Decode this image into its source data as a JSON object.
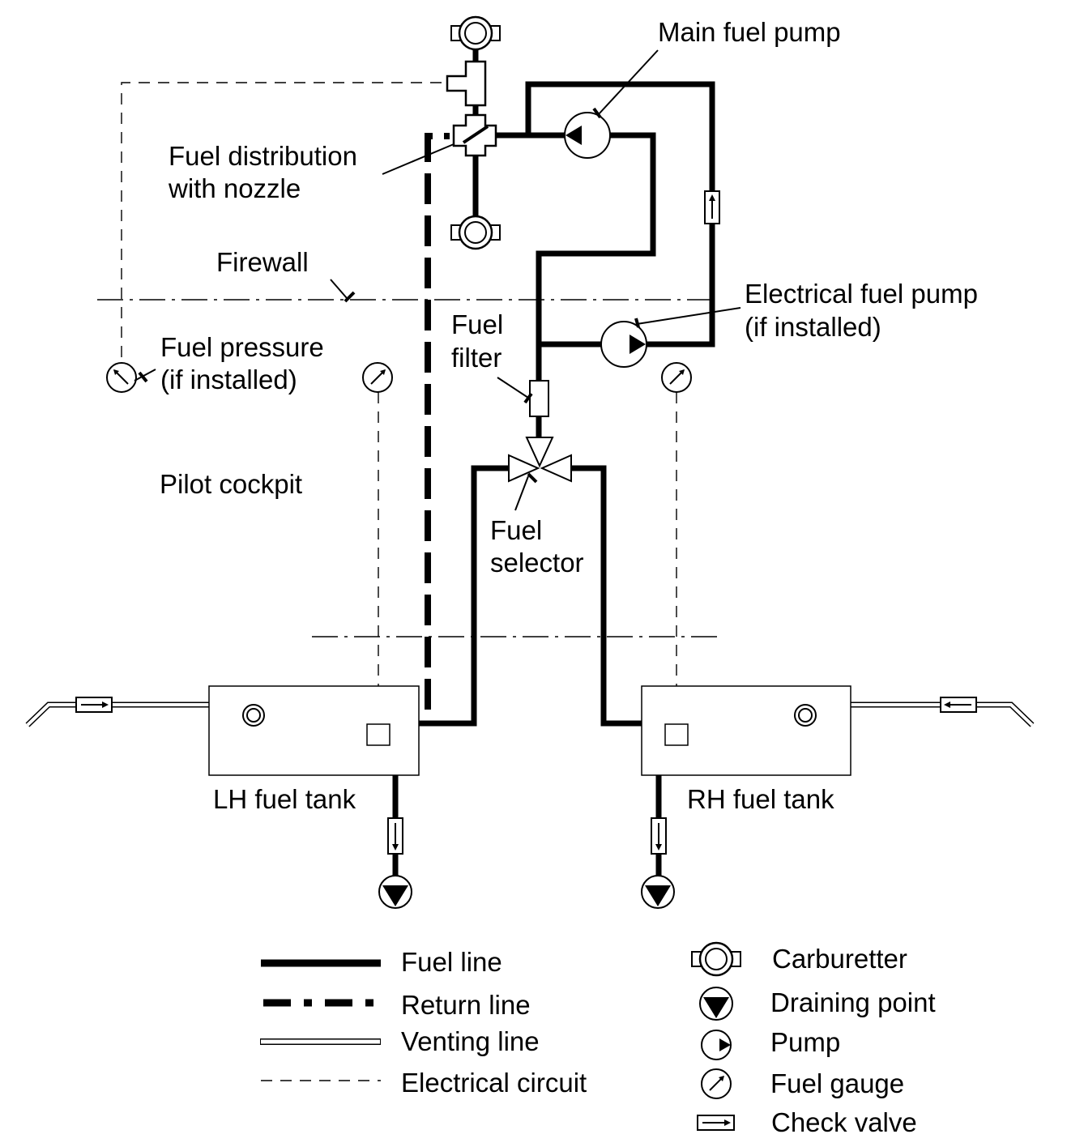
{
  "labels": {
    "main_fuel_pump": "Main fuel pump",
    "fuel_distribution_1": "Fuel distribution",
    "fuel_distribution_2": "with nozzle",
    "firewall": "Firewall",
    "electrical_pump_1": "Electrical fuel pump",
    "electrical_pump_2": "(if installed)",
    "fuel_filter_1": "Fuel",
    "fuel_filter_2": "filter",
    "fuel_pressure_1": "Fuel pressure",
    "fuel_pressure_2": "(if installed)",
    "pilot_cockpit": "Pilot cockpit",
    "fuel_selector_1": "Fuel",
    "fuel_selector_2": "selector",
    "lh_tank": "LH fuel tank",
    "rh_tank": "RH fuel tank"
  },
  "legend": {
    "lines": {
      "fuel_line": "Fuel line",
      "return_line": "Return line",
      "venting_line": "Venting line",
      "electrical_circuit": "Electrical circuit"
    },
    "symbols": {
      "carburetter": "Carburetter",
      "draining_point": "Draining point",
      "pump": "Pump",
      "fuel_gauge": "Fuel gauge",
      "check_valve": "Check valve"
    }
  }
}
